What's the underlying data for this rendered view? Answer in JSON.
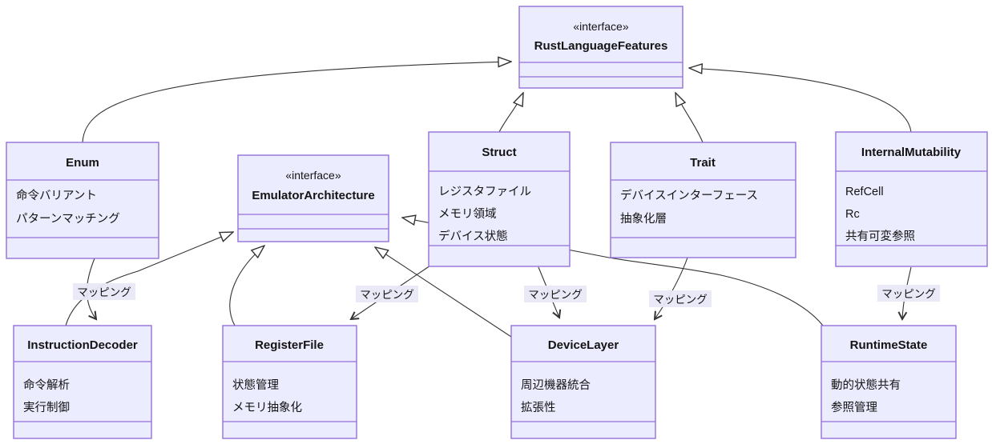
{
  "diagram": {
    "kind": "uml-class-diagram",
    "colors": {
      "node_fill": "#ECECFF",
      "node_border": "#9370DB",
      "edge": "#333333",
      "edge_label_bg": "#E8E8F8",
      "text": "#131313",
      "background": "#FFFFFF"
    },
    "classes": [
      {
        "id": "RustLanguageFeatures",
        "stereotype": "«interface»",
        "name": "RustLanguageFeatures",
        "attributes": []
      },
      {
        "id": "Enum",
        "name": "Enum",
        "attributes": [
          "命令バリアント",
          "パターンマッチング"
        ]
      },
      {
        "id": "EmulatorArchitecture",
        "stereotype": "«interface»",
        "name": "EmulatorArchitecture",
        "attributes": []
      },
      {
        "id": "Struct",
        "name": "Struct",
        "attributes": [
          "レジスタファイル",
          "メモリ領域",
          "デバイス状態"
        ]
      },
      {
        "id": "Trait",
        "name": "Trait",
        "attributes": [
          "デバイスインターフェース",
          "抽象化層"
        ]
      },
      {
        "id": "InternalMutability",
        "name": "InternalMutability",
        "attributes": [
          "RefCell",
          "Rc",
          "共有可変参照"
        ]
      },
      {
        "id": "InstructionDecoder",
        "name": "InstructionDecoder",
        "attributes": [
          "命令解析",
          "実行制御"
        ]
      },
      {
        "id": "RegisterFile",
        "name": "RegisterFile",
        "attributes": [
          "状態管理",
          "メモリ抽象化"
        ]
      },
      {
        "id": "DeviceLayer",
        "name": "DeviceLayer",
        "attributes": [
          "周辺機器統合",
          "拡張性"
        ]
      },
      {
        "id": "RuntimeState",
        "name": "RuntimeState",
        "attributes": [
          "動的状態共有",
          "参照管理"
        ]
      }
    ],
    "relationships": [
      {
        "from": "Enum",
        "to": "RustLanguageFeatures",
        "type": "realization"
      },
      {
        "from": "Struct",
        "to": "RustLanguageFeatures",
        "type": "realization"
      },
      {
        "from": "Trait",
        "to": "RustLanguageFeatures",
        "type": "realization"
      },
      {
        "from": "InternalMutability",
        "to": "RustLanguageFeatures",
        "type": "realization"
      },
      {
        "from": "InstructionDecoder",
        "to": "EmulatorArchitecture",
        "type": "realization"
      },
      {
        "from": "RegisterFile",
        "to": "EmulatorArchitecture",
        "type": "realization"
      },
      {
        "from": "DeviceLayer",
        "to": "EmulatorArchitecture",
        "type": "realization"
      },
      {
        "from": "RuntimeState",
        "to": "EmulatorArchitecture",
        "type": "realization"
      },
      {
        "from": "Enum",
        "to": "InstructionDecoder",
        "type": "association",
        "label": "マッピング"
      },
      {
        "from": "Struct",
        "to": "RegisterFile",
        "type": "association",
        "label": "マッピング"
      },
      {
        "from": "Struct",
        "to": "DeviceLayer",
        "type": "association",
        "label": "マッピング"
      },
      {
        "from": "Trait",
        "to": "DeviceLayer",
        "type": "association",
        "label": "マッピング"
      },
      {
        "from": "InternalMutability",
        "to": "RuntimeState",
        "type": "association",
        "label": "マッピング"
      }
    ]
  }
}
